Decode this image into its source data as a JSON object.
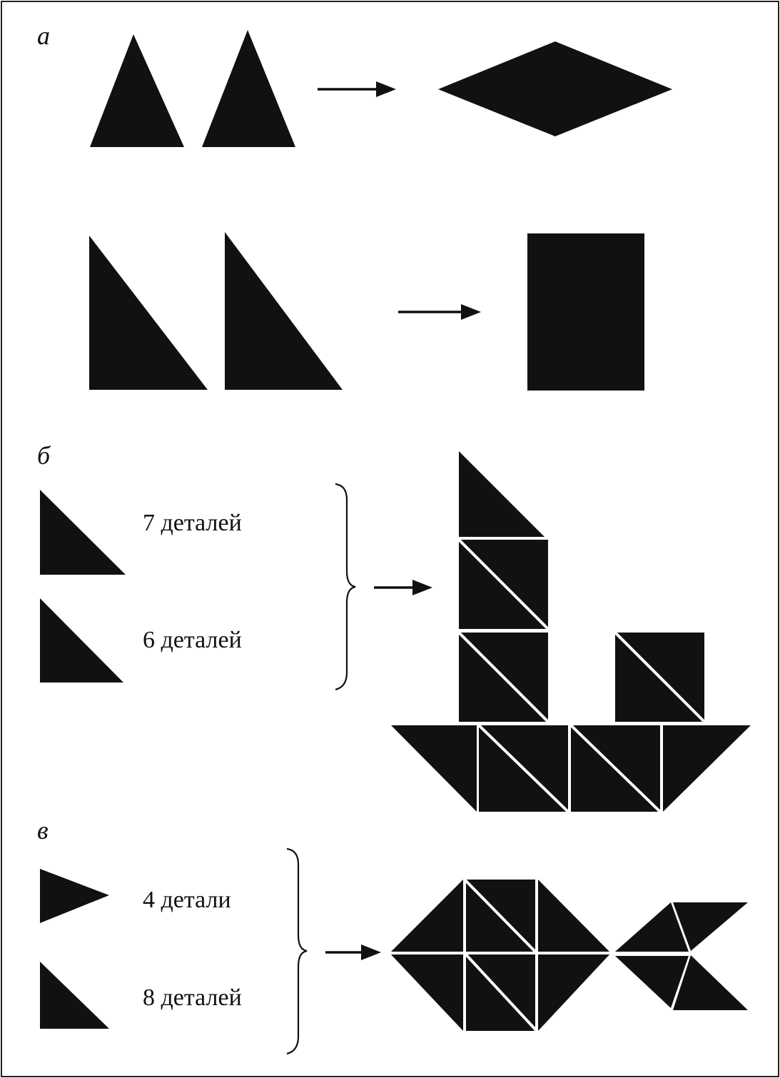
{
  "sections": {
    "a": {
      "label": "а"
    },
    "b": {
      "label": "б",
      "pieces": [
        {
          "count": "7 деталей"
        },
        {
          "count": "6 деталей"
        }
      ],
      "result": "boat"
    },
    "v": {
      "label": "в",
      "pieces": [
        {
          "count": "4 детали"
        },
        {
          "count": "8 деталей"
        }
      ],
      "result": "fish"
    }
  },
  "colors": {
    "shape": "#111111",
    "line": "#ffffff",
    "background": "#ffffff"
  }
}
